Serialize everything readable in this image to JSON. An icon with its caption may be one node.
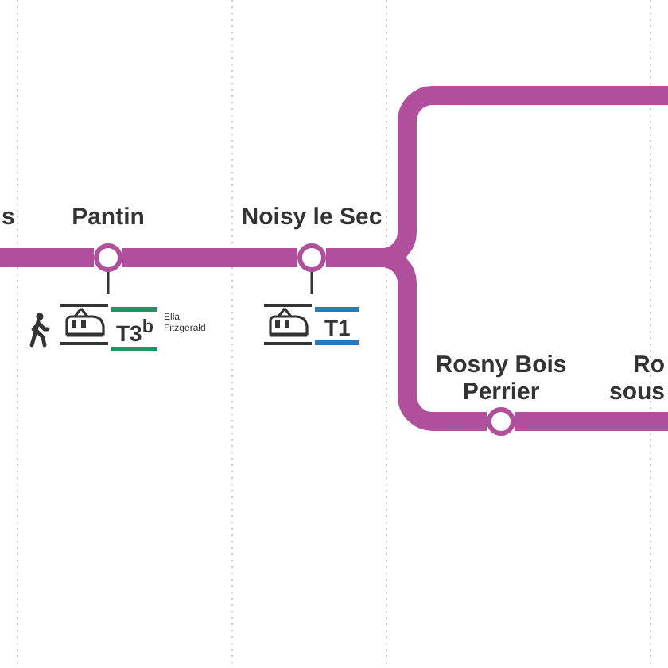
{
  "diagram": {
    "nodes": [
      {
        "text": [],
        "shape": "circle",
        "beside": [
          "Pantin"
        ]
      },
      {
        "text": [],
        "shape": "circle",
        "beside": [
          "Noisy le Sec"
        ]
      },
      {
        "text": [],
        "shape": "circle",
        "beside": [
          "Rosny Bois Perrier"
        ]
      }
    ],
    "edges": [
      {
        "from": null,
        "to": 0,
        "arrow": "none"
      },
      {
        "from": 0,
        "to": 1,
        "arrow": "none"
      },
      {
        "from": 1,
        "to": 2,
        "arrow": "none"
      },
      {
        "from": 1,
        "to": null,
        "arrow": "none"
      },
      {
        "from": 2,
        "to": null,
        "arrow": "none"
      }
    ],
    "labels": [
      "s",
      "Ro",
      "sous",
      "T3$^{b}$",
      "Ella Fitzgerald",
      "T1"
    ]
  }
}
